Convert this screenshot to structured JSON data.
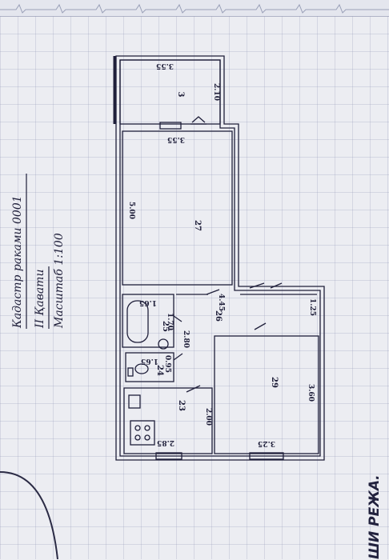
{
  "document": {
    "title_block": {
      "cadastre": "Кадастр раками 0001",
      "floor": "II  Қавати",
      "scale": "Масштаб 1:100"
    },
    "footer_text": "ШИ РЕЖА."
  },
  "plan": {
    "rooms": [
      {
        "number": "3"
      },
      {
        "number": "27"
      },
      {
        "number": "25"
      },
      {
        "number": "26"
      },
      {
        "number": "24"
      },
      {
        "number": "23"
      },
      {
        "number": "29"
      }
    ],
    "dimensions": [
      "3.55",
      "2.10",
      "3.55",
      "5.00",
      "1.65",
      "1.70",
      "4.45",
      "2.80",
      "1.25",
      "1.65",
      "0.95",
      "2.00",
      "3.60",
      "2.85",
      "3.25"
    ]
  },
  "colors": {
    "ink": "#1f1f3a",
    "paper": "#ecedf2"
  }
}
